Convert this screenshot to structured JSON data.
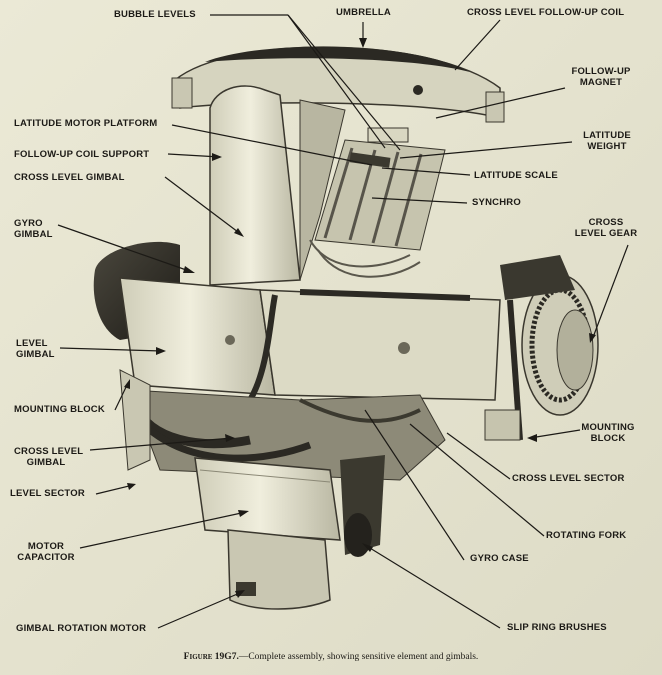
{
  "labels": {
    "bubble_levels": "BUBBLE LEVELS",
    "umbrella": "UMBRELLA",
    "cross_level_follow_up_coil": "CROSS LEVEL FOLLOW-UP COIL",
    "follow_up_magnet_1": "FOLLOW-UP",
    "follow_up_magnet_2": "MAGNET",
    "latitude_motor_platform": "LATITUDE MOTOR PLATFORM",
    "latitude_weight_1": "LATITUDE",
    "latitude_weight_2": "WEIGHT",
    "follow_up_coil_support": "FOLLOW-UP COIL SUPPORT",
    "latitude_scale": "LATITUDE SCALE",
    "cross_level_gimbal_top": "CROSS LEVEL GIMBAL",
    "synchro": "SYNCHRO",
    "gyro_gimbal_1": "GYRO",
    "gyro_gimbal_2": "GIMBAL",
    "cross_level_gear_1": "CROSS",
    "cross_level_gear_2": "LEVEL GEAR",
    "level_gimbal_1": "LEVEL",
    "level_gimbal_2": "GIMBAL",
    "mounting_block_left": "MOUNTING BLOCK",
    "mounting_block_right_1": "MOUNTING",
    "mounting_block_right_2": "BLOCK",
    "cross_level_gimbal_bottom_1": "CROSS LEVEL",
    "cross_level_gimbal_bottom_2": "GIMBAL",
    "cross_level_sector": "CROSS LEVEL SECTOR",
    "level_sector": "LEVEL SECTOR",
    "rotating_fork": "ROTATING FORK",
    "motor_capacitor_1": "MOTOR",
    "motor_capacitor_2": "CAPACITOR",
    "gyro_case": "GYRO CASE",
    "gimbal_rotation_motor": "GIMBAL ROTATION MOTOR",
    "slip_ring_brushes": "SLIP RING BRUSHES"
  },
  "caption": {
    "figure_number": "Figure 19G7.",
    "text": "—Complete assembly, showing sensitive element and gimbals."
  }
}
